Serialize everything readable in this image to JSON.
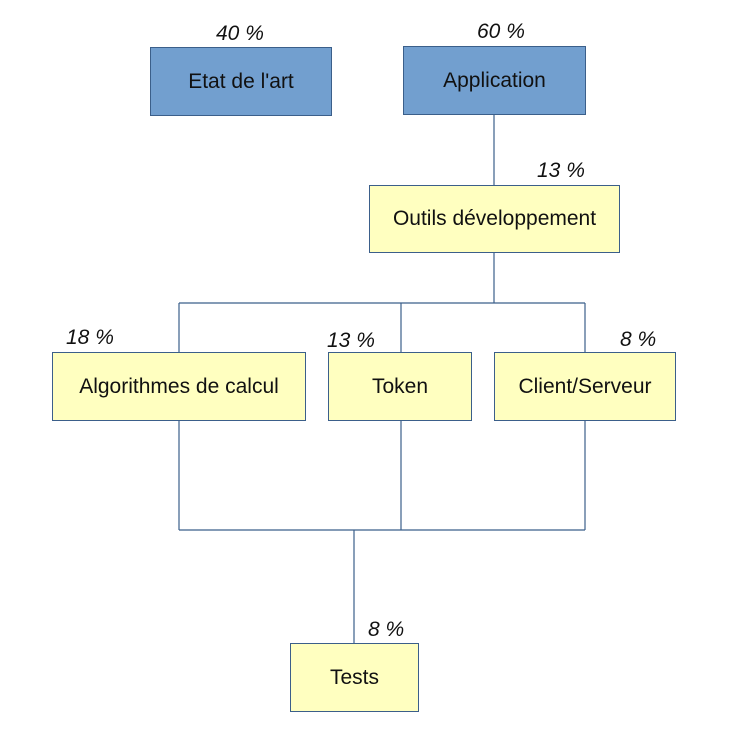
{
  "nodes": {
    "etat_art": {
      "label": "Etat de l'art",
      "percent": "40 %"
    },
    "application": {
      "label": "Application",
      "percent": "60 %"
    },
    "outils": {
      "label": "Outils développement",
      "percent": "13 %"
    },
    "algorithmes": {
      "label": "Algorithmes de calcul",
      "percent": "18 %"
    },
    "token": {
      "label": "Token",
      "percent": "13 %"
    },
    "client_serveur": {
      "label": "Client/Serveur",
      "percent": "8 %"
    },
    "tests": {
      "label": "Tests",
      "percent": "8 %"
    }
  },
  "colors": {
    "top_level_fill": "#729fcf",
    "sub_task_fill": "#ffffc0",
    "connector": "#3b5f8a"
  }
}
